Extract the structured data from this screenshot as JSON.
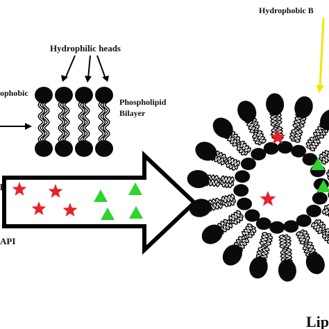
{
  "labels": {
    "hydrophilic_heads": "Hydrophilic heads",
    "hydrophobic_left": "ophobic",
    "phospholipid": "Phospholipid",
    "bilayer": "Bilayer",
    "hydrophobic_bilayer": "Hydrophobic B",
    "api_left": "API",
    "arrow_left_char": "l",
    "liposome": "Lip"
  },
  "colors": {
    "background": "#ffffff",
    "lipid": "#0a0a0a",
    "star": "#e8202a",
    "triangle": "#2dd52d",
    "pointer_yellow": "#f2e600",
    "arrow_outline": "#000000"
  },
  "icons": {
    "star": "red-star-icon",
    "triangle": "green-triangle-icon"
  }
}
